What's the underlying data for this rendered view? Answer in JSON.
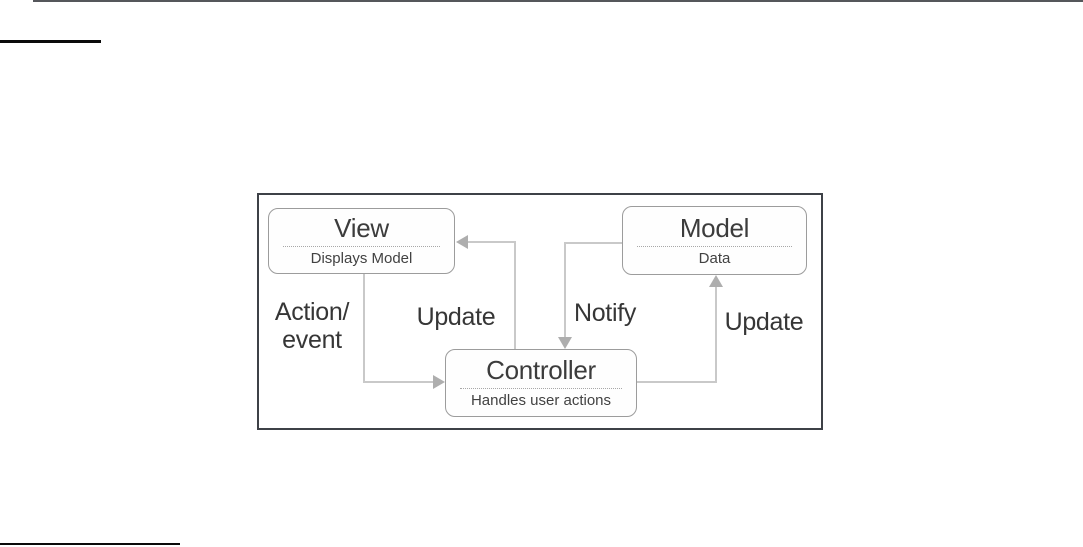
{
  "colors": {
    "page_bg": "#ffffff",
    "top_rule": "#55575b",
    "heading_rule": "#0a0a0a",
    "footnote_rule": "#0a0a0a",
    "figure_border": "#3e4147",
    "box_border": "#9c9c9c",
    "box_bg": "#fefefe",
    "connector": "#c9c9c9",
    "arrowhead": "#aeaeae",
    "divider": "#a8a8a8",
    "title_text": "#3c3c3c",
    "subtitle_text": "#424242",
    "label_text": "#363636"
  },
  "figure": {
    "boxes": {
      "view": {
        "title": "View",
        "subtitle": "Displays Model"
      },
      "model": {
        "title": "Model",
        "subtitle": "Data"
      },
      "controller": {
        "title": "Controller",
        "subtitle": "Handles user actions"
      }
    },
    "labels": {
      "action_event_line1": "Action/",
      "action_event_line2": "event",
      "update_view": "Update",
      "notify": "Notify",
      "update_model": "Update"
    },
    "arrows": [
      {
        "label": "Action/event",
        "from": "View",
        "to": "Controller"
      },
      {
        "label": "Update",
        "from": "Controller",
        "to": "View"
      },
      {
        "label": "Notify",
        "from": "Model",
        "to": "Controller"
      },
      {
        "label": "Update",
        "from": "Controller",
        "to": "Model"
      }
    ]
  }
}
